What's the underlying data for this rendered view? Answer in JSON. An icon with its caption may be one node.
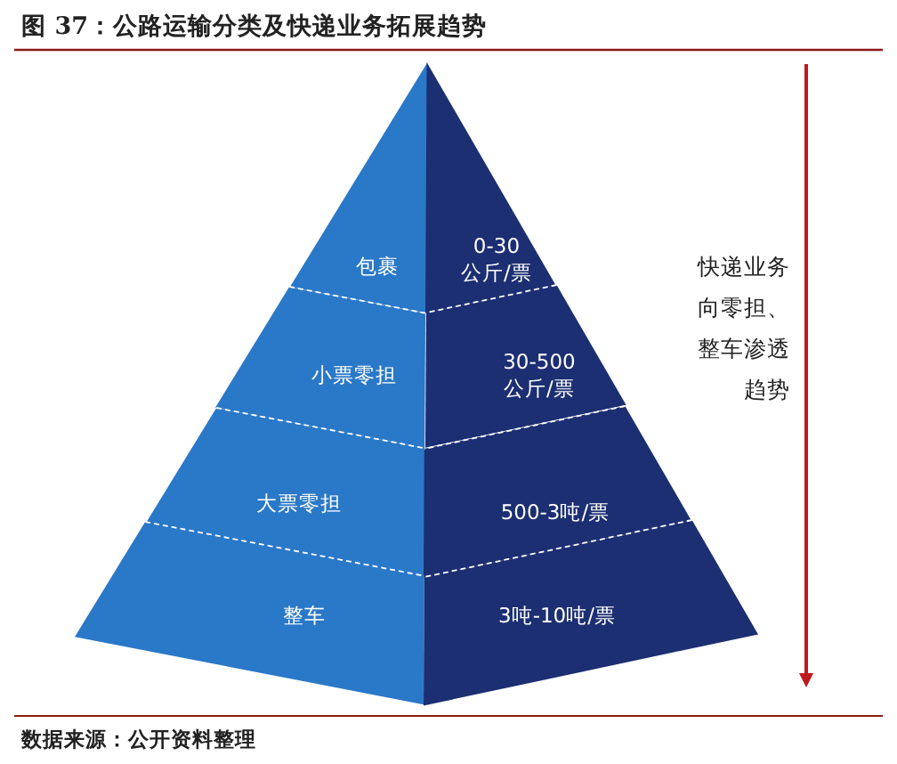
{
  "diagram": {
    "title": "图 37：公路运输分类及快递业务拓展趋势",
    "caption": "数据来源：公开资料整理",
    "nodes": [
      {
        "text": [
          "包裹"
        ]
      },
      {
        "text": [
          "0-30 公斤/票"
        ]
      },
      {
        "text": [
          "小票零担"
        ]
      },
      {
        "text": [
          "30-500 公斤/票"
        ]
      },
      {
        "text": [
          "大票零担"
        ]
      },
      {
        "text": [
          "500-3吨/票"
        ]
      },
      {
        "text": [
          "整车"
        ]
      },
      {
        "text": [
          "3吨-10吨/票"
        ]
      }
    ],
    "edges": [],
    "labels": [
      "快递业务向零担、整车渗透趋势"
    ]
  }
}
